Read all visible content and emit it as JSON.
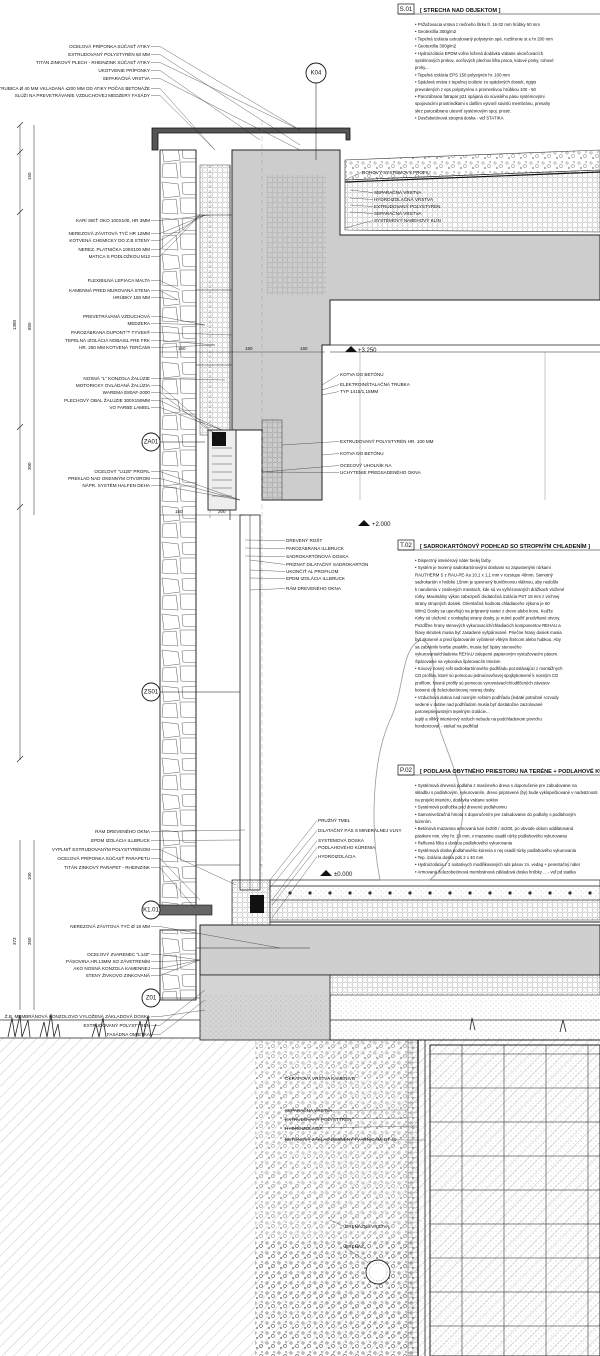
{
  "details": {
    "k04": "K04",
    "za01": "ZA01",
    "zs01": "ZS01",
    "k101": "K1.01",
    "z01": "Z01"
  },
  "dimensions": {
    "left_1380": "1380",
    "left_300": "300",
    "left_850": "850",
    "left_150": "150",
    "d_160a": "160",
    "d_160b": "160",
    "d_160c": "160",
    "d_150": "150",
    "d_200": "200",
    "d_373": "373",
    "d_350": "350",
    "d_100": "100"
  },
  "levels": {
    "l_3250": "+3.250",
    "l_2000": "+2.000",
    "l_0000": "±0.000"
  },
  "labels_left": [
    "OCEĽOVÁ PRÍPONKA SÚČASŤ ATIKY",
    "EXTRUDOVANÝ POLYSTYRÉN 50 MM",
    "TITÁN ZINKOVÝ PLECH - RHEINZINK SÚČASŤ ATIKY",
    "UKOTVENIE PRÍPONKY",
    "SEPARAČNÁ VRSTVA",
    "TRUBICA Ø 40 MM VKLADANÁ ≤200 MM OD ATIKY POČAS BETONÁŽE",
    "SLÚŽI NA PREVETRÁVANIE VZDUCHOVEJ MEDZERY FASÁDY",
    "KARI SIEŤ OKO 100X100, HR 3MM",
    "NEREZOVÁ ZÁVITOVÁ TYČ HR 12MM",
    "KOTVENÁ CHEMICKY DO Z.B STENY",
    "NEREZ. PLATNIČKA 100X100 MM",
    "MATICA S PODLOŽKOU M12",
    "FLEXIBILNÁ LEPIACA MALTA",
    "KAMENNÁ PRED MUROVANÁ STENA",
    "HRÚBKY 150 MM",
    "PREVETRÁVANÁ VZDUCHOVÁ",
    "MEDZERA",
    "PAROZÁBRANA DUPONT™ TYVEK®",
    "TEPELNÁ IZOLÁCIA NOBASIL FRE FRK",
    "HR. 250 MM KOTVENÁ TERČAMI",
    "NOSNÁ \"L\" KONZOLA ŽALÚZIE",
    "MOTORICKY OVLÁDANÁ ŽALÚZIA",
    "WAREMA E80AF-2000",
    "PLECHOVÝ OBAL ŽALÚZIE 300X150MM",
    "VO FARBE LAMIEL",
    "OCEĽOVÝ \"U120\" PROFIL",
    "PREKLAD NAD OKENNÝM OTVOROM",
    "NÁPR. SYSTÉM HALFEN DEHA",
    "RÁM DREVENÉHO OKNA",
    "EPDM IZOLÁCIA ILLBRUCK",
    "VYPLNIŤ EXTRUDOVANÝM POLYSTYRÉNOM",
    "OCEĽOVÁ PRÍPONKA SÚČASŤ PARAPETU",
    "TITÁN ZINKOVÝ PARAPET - RHEINZINK",
    "NEREZOVÁ ZÁVITOVÁ TYČ Ø 18 MM",
    "OCEĽOVÝ ZVARENEC \"L140\"",
    "PÁSOVINA HR.13MM SO ZÁVETRENÍM",
    "AKO NOSNÁ KONZOLA KAMENNEJ",
    "STENY ŽIVKOVO ZINKOVANÁ",
    "Ž.B. MEMBRÁNOVÁ KONZOLOVO VYLOŽENÁ ZÁKLADOVÁ DOSKA",
    "EXTRUDOVANÝ POLYSTYRÉN",
    "FASÁDNA OMIETKA"
  ],
  "labels_mid": [
    "ROHOVÝ SYSTÉMOVÝ PROFIL",
    "SEPARAČNÁ VRSTVA",
    "HYDROIZOLAČNÁ VRSTVA",
    "EXTRUDOVANÝ POLYSTYRÉN",
    "SEPARAČNÁ VRSTVA",
    "SYSTÉMOVÝ NABEHOVÝ KLIN",
    "KOTVA DO BETÓNU",
    "ELEKTROINŠTALAČNÁ TRUBKA",
    "TYP 1415/1,15MM",
    "EXTRUDOVANÝ POLYSTYRÉN HR. 100 MM",
    "KOTVA DO BETÓNU",
    "OCEĽOVÝ UHOLNÍK NA",
    "UCHYTENIE PREDSADENÉHO OKNA",
    "DREVENÝ ROŠT",
    "PAROZÁBRANA ILLBRUCK",
    "SADROKARTÓNOVÁ DOSKA",
    "PRÍZNAT DILATAČNÝ SADROKARTÓN",
    "UKONČIŤ AL PROFILOM",
    "EPDM IZOLÁCIA ILLBRUCK",
    "RÁM DREVENÉHO OKNA",
    "PRUŽNÝ TMEL",
    "DILATAČNÝ PÁS S MINERÁLNEJ VLNY",
    "SYSTÉMOVÁ DOSKA",
    "PODLAHOVÉHO KÚRENIA",
    "HYDROIZOLÁCIA",
    "OKRAPOVÁ VRSTVA KAMENIVO",
    "SEPARAČNÁ VRSTVA",
    "EXTRUDOVANÝ POLYSTYRÉN",
    "HYDROIZOLÁCIA",
    "BETÓNOVÝ ZÁKLAD DEBNENÝ TVÁRNICAMI DT 40",
    "DRENÁŽNA VRSTVA",
    "DRENÁŽ"
  ],
  "specs": [
    {
      "code": "S.01",
      "title": "[ STRECHA NAD OBJEKTOM ]",
      "lines": [
        "• Prižažovacia vrstva z riečneho štrku fr. 16-32 mm hrúbky 50 mm",
        "• Geotextília 300g/m2",
        "• Tepelná izolácia extrudovaný polystyrén spá. rozšírenie st e hr 200 mm",
        "• Geotextília 300g/m2",
        "• Hydroizolácia EPDM voľne ložená dodávka vrátane ukončovacích",
        "  systémových prvkov, oceľových plechov lišta proca, kútové prvky, rohové",
        "  prvky...",
        "• Tepelná izolácia EPS 150 polystyrén hr. 100 mm",
        "• Spádová vrstva z tepelnej izolácie zo spádových dosiek, rigips",
        "  prevedených z eps polystyrénu s premenlivou hrúbkou 100 - 50",
        "• Parozábrana fatrapar p21 spájaná do súvislého pásu systémovými",
        "  spojovacími prostriedkami s dalším vytvoril súvislú membránu, presahy",
        "  skrz parozábranu utesniť systémovým spoj. prostr.",
        "• Dosčsbetónová stropná doska - viď STATIKA"
      ]
    },
    {
      "code": "T.02",
      "title": "[ SADROKARTÓNOVÝ PODHĽAD SO STROPNÝM CHLADENÍM ]",
      "lines": [
        "• Disperzný interiérový náter bielej farby",
        "• Systém je tvorený sadrokartónovými doskami so zapustenými rúrkami",
        "  RAUTHERM S z RAU-PE-Xa 10,1 x 1,1 mm v rozstupe 40mm. Samotný",
        "  sadrokartón v hrúbke 15mm je spevnený buničinovou vláknou, aby nedošlo",
        "  k narušeniu v zosilených miestach, kde sú vo vyfrézovaných drážkach vložené",
        "  rúrky. Maximálny výkon zabezpečí dodatočná izolácia PST 18 mm z vrchnej",
        "  strany stropných dosiek. Orientačná hodnota chladiaceho výkonu je 60",
        "  W/m2 Dosky sa upevňujú na prípravný raster z drevo alebo kovu. Keďže",
        "  rúrky sú uložené z vonkajšej strany dosky, je nutné použiť predvŕtané otvory.",
        "  Pozdĺžne hrany stenových vykurovacích/chladiacich komponentov REHAU a",
        "  hlavy skrutiek musia byť zasadené vyšpárované. Priečne hrany dosiek musia",
        "  byť skosené a pred špárovaním vyčistené vhkým štetcom alebo hubkou. Aby",
        "  sa zabránilo tvorbe prasklín, musia byť špáry stenového",
        "  vykurovania/chladenia REHAU zalepené papierovým vystužovacím pásom.",
        "  Špárovanie sa vykonáva špárovacím tmelom",
        "• Kovový nosný rošt sadrokartónového podhľadu pozostávajúci z montážnych",
        "  CD profilov, ktoré sú pomocou jednoúrovňovej spojkykotvené k nosným CD",
        "  profilom. Nosné profily sú pomocou vyrovnávacích/odtlčených závesov",
        "  kotvené do železobetónovej nosnej dosky.",
        "• Vzduchová dutina nad nosným roštom podhľadu (ledaté potrubné rozvody",
        "  vedené v dutine nad podhľadom musia byť dostatočne zaizolované",
        "  paronepriepustným tepelným izolácie... ",
        "  teplý a vlhký interiérový vzduch nebude na podchladenom povrchu",
        "  kondenzovať - stekať na podhľad"
      ]
    },
    {
      "code": "P.02",
      "title": "[ PODLAHA OBYTNÉHO PRIESTORU NA TERÉNE + PODLAHOVÉ KÚRENIE ]",
      "lines": [
        "• Systémová drevená podlaha z masívneho dreva s doporučenie pre zabudovanie na",
        "  skladbu s podlahovým, vykurovaním, drevo pripravené (by) bude vyklopečkované v nadväznosti",
        "  na projekt interiéru, dodávka vrátane soklov",
        "• Systémová podložka pod drevenú podlahovinu",
        "• Samonivelizačná hmota s doporučením pre zabudovanie do podlahy s podlahovým",
        "  kúrením.",
        "• Betónová mazanina armovaná kari 4x200 / 4x200, po obvode oblom oddilatovaná",
        "  pásikom min. vlny hr. 10 mm, v mazanine osadil rúrky podlahového vykurovania",
        "• Reflexná fólia s doskou podlahového vykurovania",
        "• Systémová doska podlahového kúrenia s nej osadil rúrky podlahového vykurovania",
        "• Tep. izolácia doska pds 2 x 40 mm",
        "• Hydroizolácia z 2 oxitatívych modifikovaných sds pásov zn. vedag + penetračný náter",
        "• Armovaná železobetónová membránová základová doska hrúbky ... - viď pd statika"
      ]
    }
  ]
}
